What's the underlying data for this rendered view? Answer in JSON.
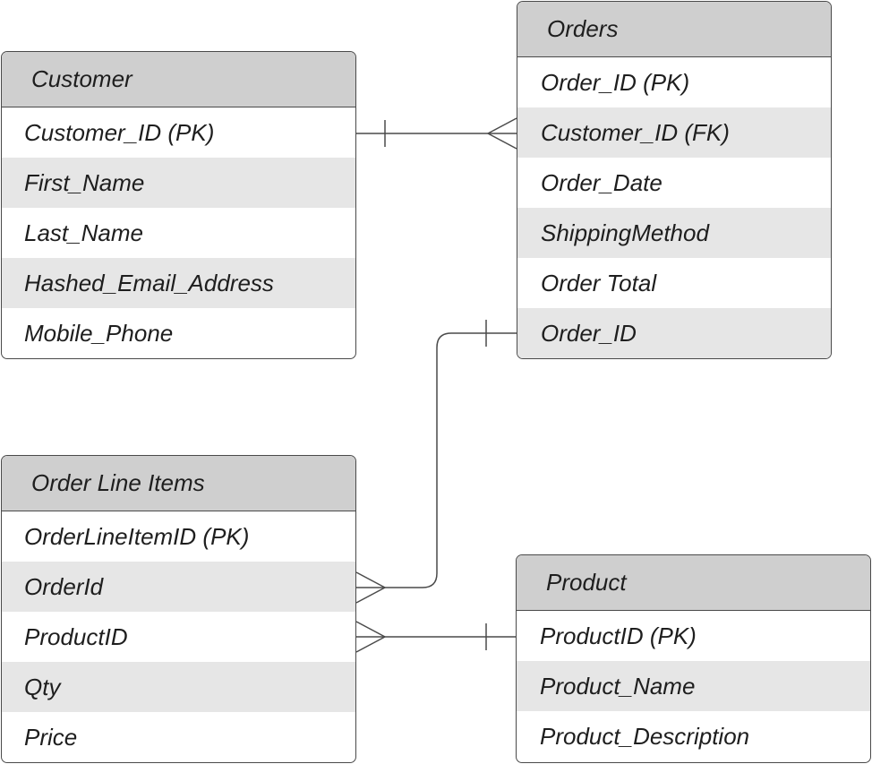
{
  "entities": {
    "customer": {
      "title": "Customer",
      "fields": [
        "Customer_ID (PK)",
        "First_Name",
        "Last_Name",
        "Hashed_Email_Address",
        "Mobile_Phone"
      ]
    },
    "orders": {
      "title": "Orders",
      "fields": [
        "Order_ID (PK)",
        "Customer_ID (FK)",
        "Order_Date",
        "ShippingMethod",
        "Order Total",
        "Order_ID"
      ]
    },
    "order_line_items": {
      "title": "Order Line Items",
      "fields": [
        "OrderLineItemID (PK)",
        "OrderId",
        "ProductID",
        "Qty",
        "Price"
      ]
    },
    "product": {
      "title": "Product",
      "fields": [
        "ProductID (PK)",
        "Product_Name",
        "Product_Description"
      ]
    }
  },
  "relationships": [
    {
      "from": "Customer.Customer_ID (PK)",
      "to": "Orders.Customer_ID (FK)",
      "from_cardinality": "one",
      "to_cardinality": "many"
    },
    {
      "from": "Orders.Order_ID",
      "to": "Order Line Items.OrderId",
      "from_cardinality": "one",
      "to_cardinality": "many"
    },
    {
      "from": "Product.ProductID (PK)",
      "to": "Order Line Items.ProductID",
      "from_cardinality": "one",
      "to_cardinality": "many"
    }
  ],
  "colors": {
    "header_fill": "#cfcfcf",
    "alt_row_fill": "#e6e6e6",
    "border": "#4a4a4a",
    "connector": "#4a4a4a"
  }
}
